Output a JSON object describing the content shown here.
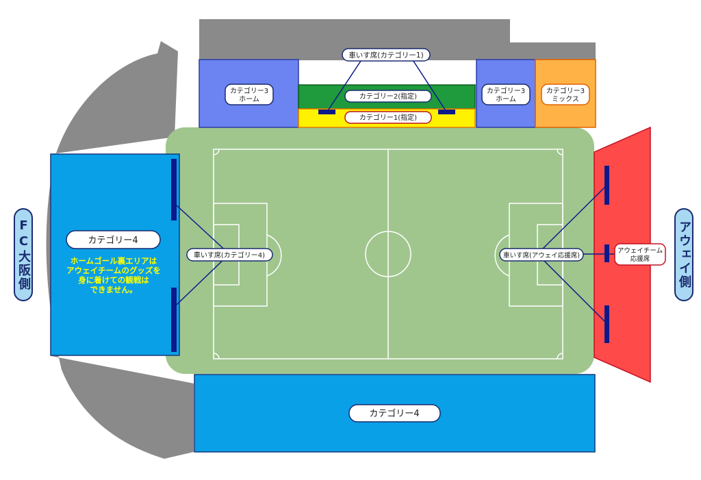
{
  "sides": {
    "left": "FC大阪側",
    "right": "アウェイ側"
  },
  "sections": {
    "cat3_home_left": [
      "カテゴリー3",
      "ホーム"
    ],
    "cat3_home_right": [
      "カテゴリー3",
      "ホーム"
    ],
    "cat3_mix": [
      "カテゴリー3",
      "ミックス"
    ],
    "cat2_reserved": "カテゴリー2(指定)",
    "cat1_reserved": "カテゴリー1(指定)",
    "cat4_left": "カテゴリー4",
    "cat4_bottom": "カテゴリー4",
    "away_support": [
      "アウェイチーム",
      "応援席"
    ]
  },
  "notice": [
    "ホームゴール裏エリアは",
    "アウェイチームのグッズを",
    "身に着けての観戦は",
    "できません。"
  ],
  "wheelchair": {
    "cat1": "車いす席(カテゴリー1)",
    "cat4": "車いす席(カテゴリー4)",
    "away": "車いす席(アウェイ応援席)"
  },
  "colors": {
    "stand_gray": "#8a8a8a",
    "pitch": "#a0c68e",
    "cat1": "#fff200",
    "cat2": "#1f9a3c",
    "cat3_home": "#6b84f2",
    "cat3_mix": "#ffb347",
    "cat4": "#0aa0e8",
    "away": "#ff4a4a",
    "wheelchair": "#0a1a8a",
    "notice_text": "#ffff00"
  }
}
